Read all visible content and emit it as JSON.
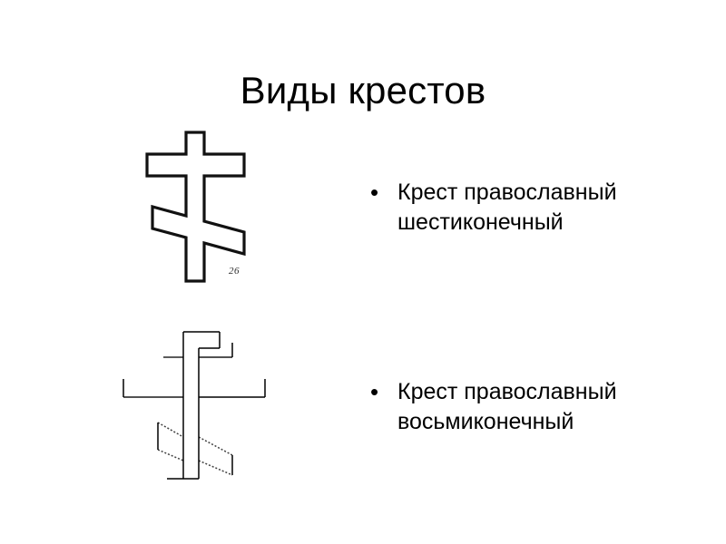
{
  "slide": {
    "title": "Виды крестов",
    "background_color": "#ffffff",
    "text_color": "#000000",
    "bullet_glyph": "•"
  },
  "figures": [
    {
      "name": "six-pointed-orthodox-cross",
      "caption_number": "26",
      "style": "black outline drawing, thick stroke, scanned line art",
      "description": "Крест православный шестиконечный"
    },
    {
      "name": "eight-pointed-orthodox-cross",
      "caption_number": "",
      "style": "thin black outline drawing, faint broken lines, scanned line art",
      "description": "Крест православный восьмиконечный"
    }
  ],
  "bullets": [
    {
      "line1": "Крест православный",
      "line2": "шестиконечный"
    },
    {
      "line1": "Крест православный",
      "line2": "восьмиконечный"
    }
  ]
}
